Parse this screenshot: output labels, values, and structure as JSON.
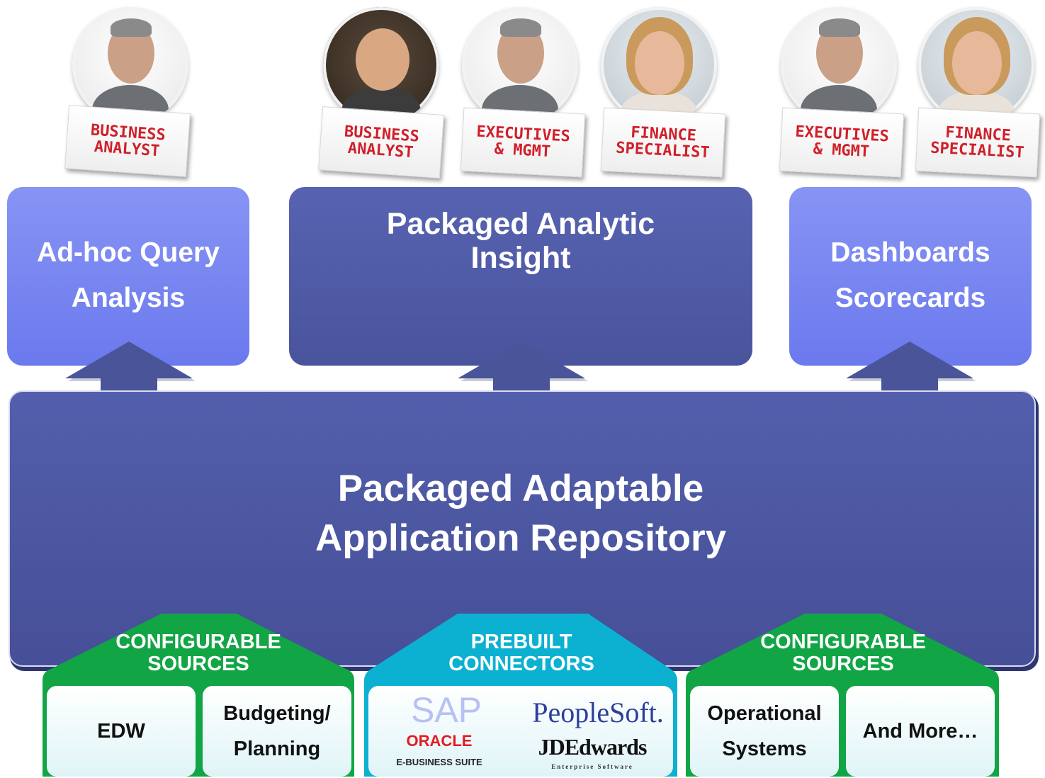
{
  "personas": {
    "business_analyst": "BUSINESS\nANALYST",
    "executives": "EXECUTIVES\n& MGMT",
    "finance": "FINANCE\nSPECIALIST"
  },
  "top_boxes": {
    "adhoc": {
      "line1": "Ad-hoc Query",
      "line2": "Analysis"
    },
    "packaged_insight": {
      "line1": "Packaged Analytic",
      "line2": "Insight"
    },
    "dashboards": {
      "line1": "Dashboards",
      "line2": "Scorecards"
    }
  },
  "repository": {
    "line1": "Packaged Adaptable",
    "line2": "Application Repository"
  },
  "sources": {
    "left": {
      "title_line1": "CONFIGURABLE",
      "title_line2": "SOURCES",
      "tile1": "EDW",
      "tile2_line1": "Budgeting/",
      "tile2_line2": "Planning"
    },
    "center": {
      "title_line1": "PREBUILT",
      "title_line2": "CONNECTORS",
      "logos": {
        "sap": "SAP",
        "peoplesoft": "PeopleSoft.",
        "oracle": "ORACLE",
        "oracle_sub": "E-BUSINESS SUITE",
        "jdedwards": "JDEdwards",
        "jdedwards_sub": "Enterprise Software"
      }
    },
    "right": {
      "title_line1": "CONFIGURABLE",
      "title_line2": "SOURCES",
      "tile1_line1": "Operational",
      "tile1_line2": "Systems",
      "tile2": "And More…"
    }
  },
  "colors": {
    "light_box": "#7784f1",
    "dark_box": "#4d57a2",
    "green": "#11a445",
    "teal": "#0fb0d0",
    "tag_red": "#d0202a"
  }
}
